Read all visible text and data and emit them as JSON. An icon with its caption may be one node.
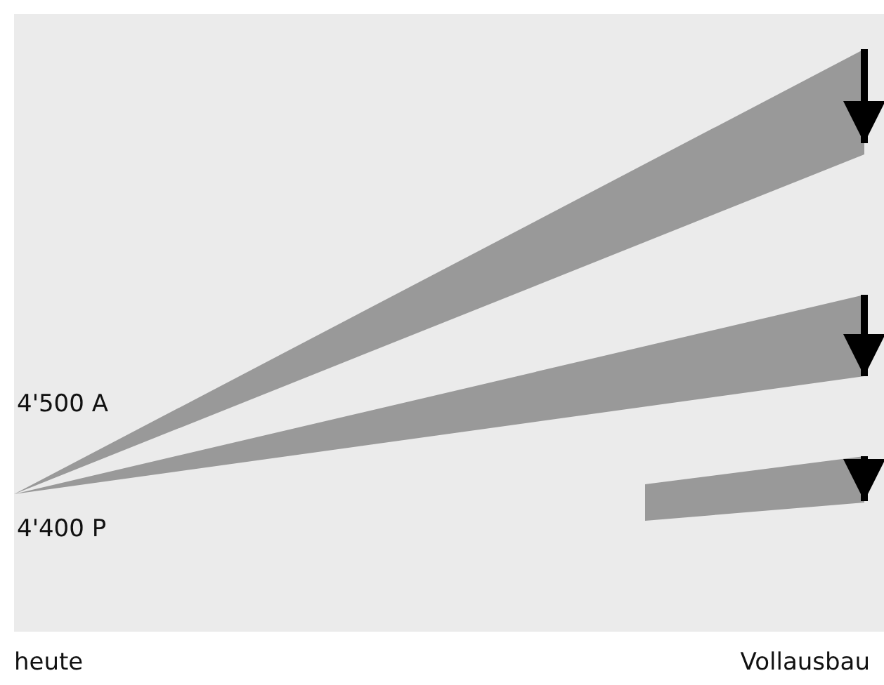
{
  "diagram": {
    "labels": [
      "4'500 A",
      "4'400 P",
      "heute",
      "Vollausbau"
    ]
  }
}
